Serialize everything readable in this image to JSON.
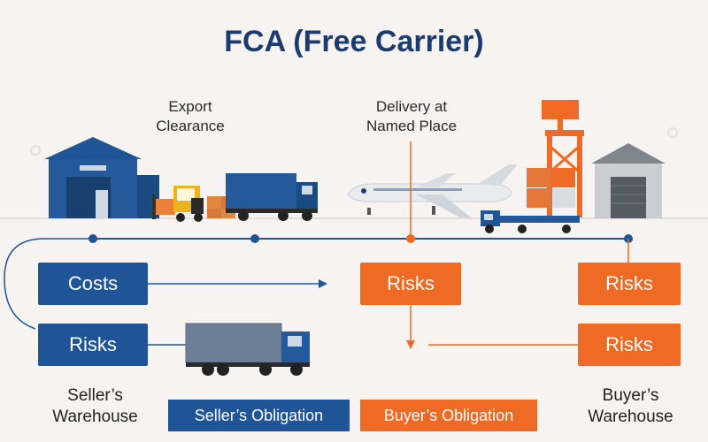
{
  "title": "FCA (Free Carrier)",
  "captions": {
    "export_line1": "Export",
    "export_line2": "Clearance",
    "delivery_line1": "Delivery at",
    "delivery_line2": "Named Place"
  },
  "boxes": {
    "costs": "Costs",
    "seller_risks": "Risks",
    "delivery_risks": "Risks",
    "buyer_risks_top": "Risks",
    "buyer_risks_bottom": "Risks"
  },
  "labels": {
    "seller_line1": "Seller’s",
    "seller_line2": "Warehouse",
    "buyer_line1": "Buyer’s",
    "buyer_line2": "Warehouse"
  },
  "legend": {
    "seller": "Seller’s Obligation",
    "buyer": "Buyer’s Obligation"
  },
  "colors": {
    "blue": "#1f5597",
    "orange": "#ef6a24",
    "navy": "#1b3c6e",
    "background": "#f6f3f0"
  }
}
